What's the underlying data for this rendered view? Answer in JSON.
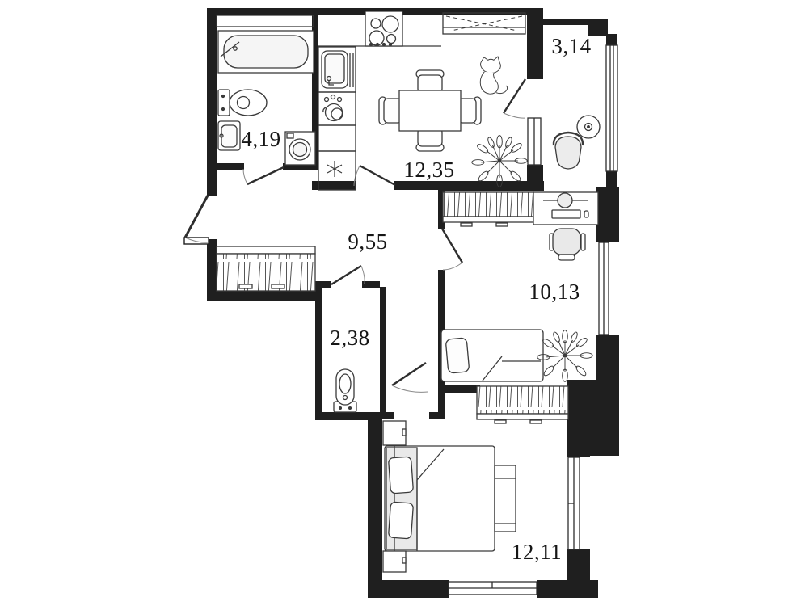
{
  "plan": {
    "type": "apartment-floor-plan",
    "colors": {
      "background": "#ffffff",
      "wall": "#1f1f1f",
      "furniture_line": "#3a3a3a",
      "shade_fill": "#ececec",
      "label_text": "#161616"
    },
    "rooms": {
      "bathroom": {
        "area_label": "4,19",
        "fixtures": [
          "bathtub",
          "toilet",
          "sink",
          "washing-machine",
          "door"
        ]
      },
      "kitchen_living": {
        "area_label": "12,35",
        "fixtures": [
          "stove",
          "kitchen-sink",
          "kettle",
          "fridge",
          "upper-cabinet",
          "dining-table",
          "chair",
          "chair",
          "chair",
          "chair",
          "cat",
          "plant",
          "door",
          "balcony-door"
        ]
      },
      "balcony": {
        "area_label": "3,14",
        "fixtures": [
          "round-table",
          "tub-chair",
          "glazing"
        ]
      },
      "hallway": {
        "area_label": "9,55",
        "fixtures": [
          "entrance-door",
          "wardrobe"
        ]
      },
      "wc": {
        "area_label": "2,38",
        "fixtures": [
          "toilet",
          "door"
        ]
      },
      "bedroom": {
        "area_label": "10,13",
        "fixtures": [
          "wardrobe",
          "desk",
          "desk-lamp",
          "keyboard",
          "office-chair",
          "single-bed",
          "pillow",
          "plant",
          "window",
          "door"
        ]
      },
      "bedroom_2": {
        "area_label": "12,11",
        "fixtures": [
          "double-bed",
          "pillow",
          "pillow",
          "nightstand",
          "nightstand",
          "bench",
          "wardrobe",
          "window",
          "window",
          "door"
        ]
      }
    }
  }
}
